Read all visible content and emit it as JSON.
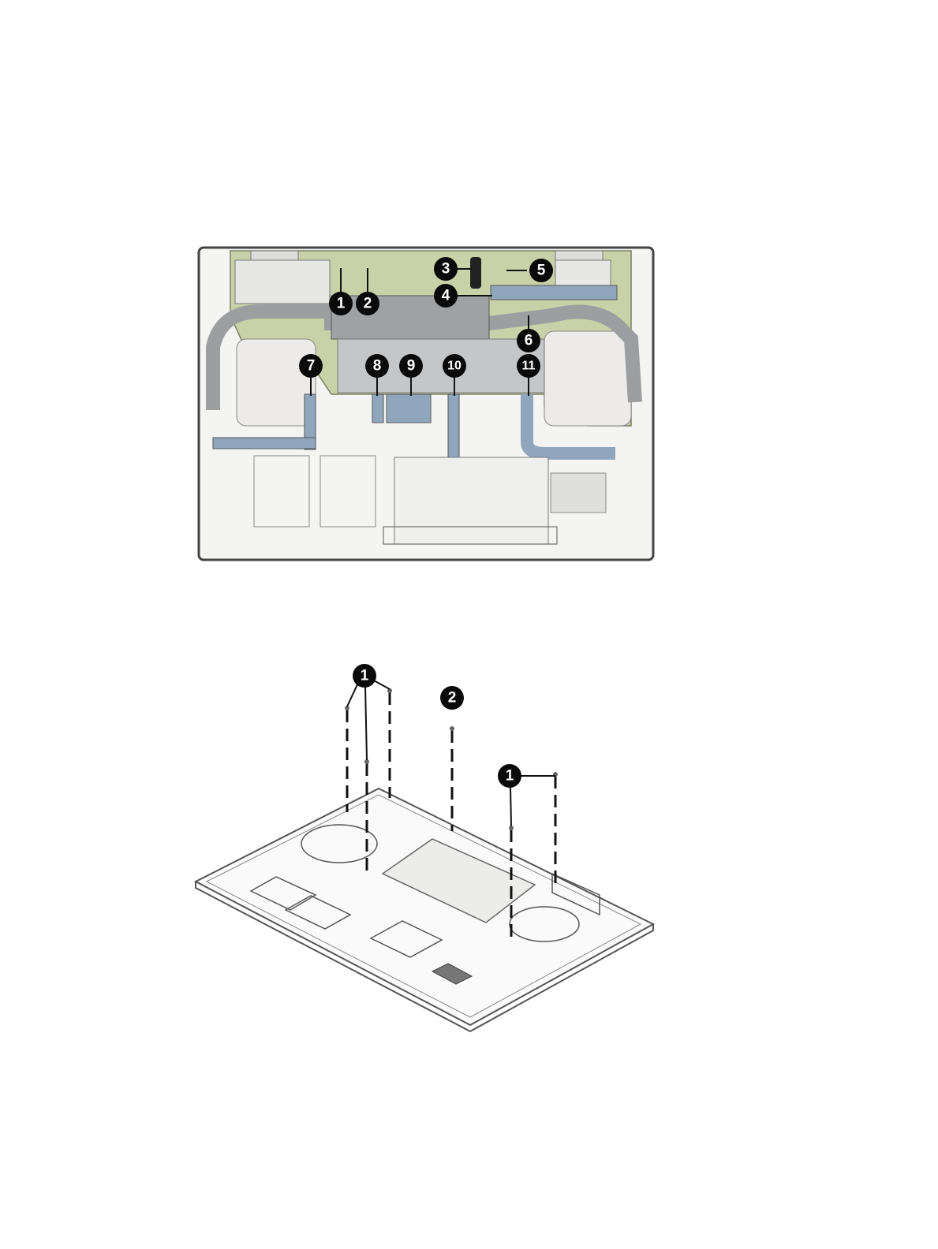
{
  "figure_top": {
    "callouts": [
      "1",
      "2",
      "3",
      "4",
      "5",
      "6",
      "7",
      "8",
      "9",
      "10",
      "11"
    ]
  },
  "figure_bottom": {
    "callouts": [
      "1",
      "2",
      "1"
    ]
  },
  "colors": {
    "board": "#c9d1a8",
    "metal": "#a9abad",
    "shield": "#c4c6c8",
    "cable": "#8fa6bd",
    "callout": "#0a0a0a"
  }
}
